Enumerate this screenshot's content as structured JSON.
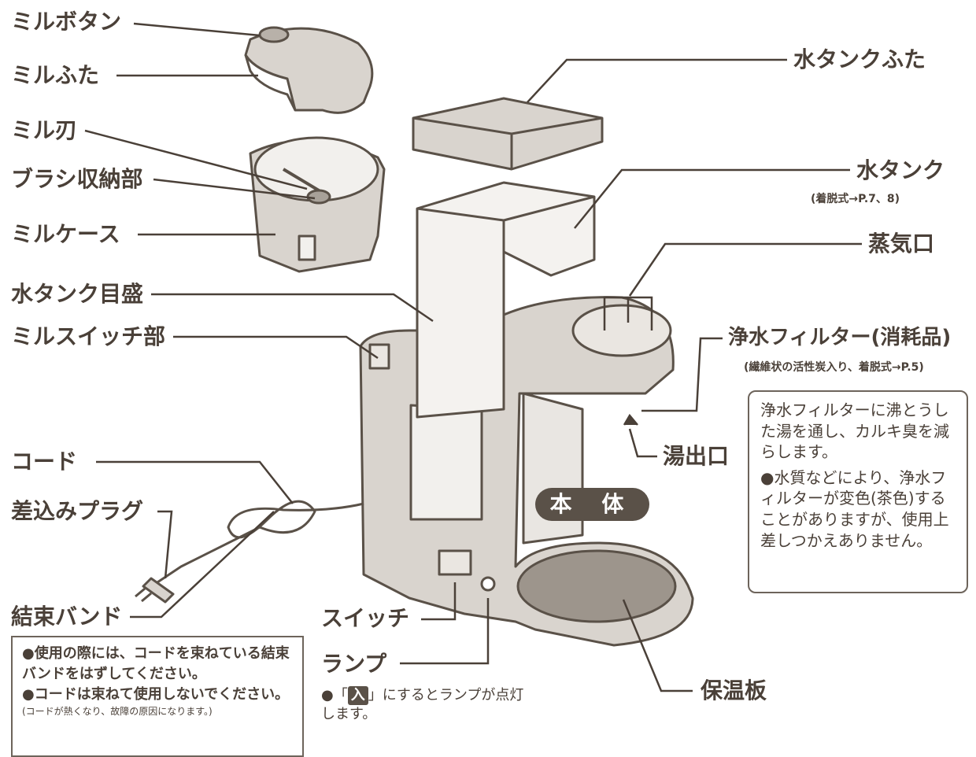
{
  "labels": {
    "mill_button": "ミルボタン",
    "mill_lid": "ミルふた",
    "mill_blade": "ミル刃",
    "brush_storage": "ブラシ収納部",
    "mill_case": "ミルケース",
    "water_gauge": "水タンク目盛",
    "mill_switch": "ミルスイッチ部",
    "cord": "コード",
    "plug": "差込みプラグ",
    "binding_band": "結束バンド",
    "tank_lid": "水タンクふた",
    "tank": "水タンク",
    "tank_note": "(着脱式→P.7、8)",
    "steam_vent": "蒸気口",
    "filter": "浄水フィルター(消耗品)",
    "filter_note": "(繊維状の活性炭入り、着脱式→P.5)",
    "spout": "湯出口",
    "body": "本 体",
    "switch": "スイッチ",
    "lamp": "ランプ",
    "warmer_plate": "保温板"
  },
  "filter_box": {
    "text": "浄水フィルターに沸とうした湯を通し、カルキ臭を減らします。",
    "bullet": "水質などにより、浄水フィルターが変色(茶色)することがありますが、使用上差しつかえありません。"
  },
  "cord_box": {
    "line1": "使用の際には、コードを束ねている結束バンドをはずしてください。",
    "line2": "コードは束ねて使用しないでください。",
    "small": "(コードが熱くなり、故障の原因になります。)"
  },
  "lamp_note": {
    "pre": "●「",
    "key": "入",
    "post": "」にするとランプが点灯します。"
  },
  "colors": {
    "ink": "#4a4038",
    "fill": "#d6d1cb",
    "dark": "#8a8178",
    "pill": "#5a5148"
  }
}
